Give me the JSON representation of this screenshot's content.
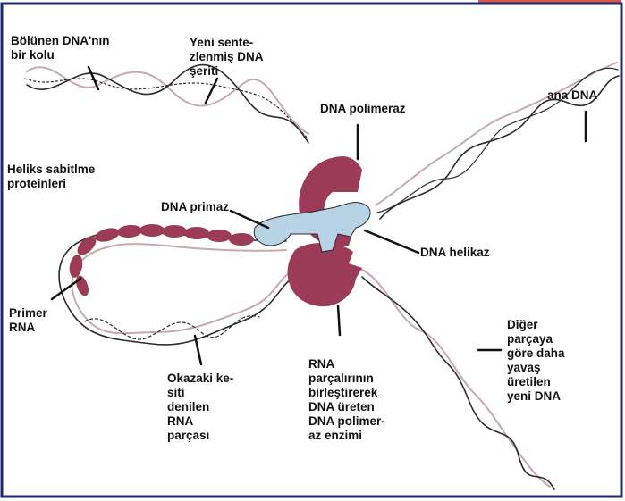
{
  "colors": {
    "frame": "#1f2a6b",
    "accent_tab": "#d9574f",
    "strand_dark": "#2b2b2b",
    "strand_light": "#c8a9aa",
    "polymerase": "#9c3b57",
    "helicase": "#b8d3e6",
    "primer": "#9c3b57"
  },
  "labels": {
    "split_dna_strand": [
      "Bölünen DNA'nın",
      "bir kolu"
    ],
    "new_synth_strand": [
      "Yeni sente-",
      "zlenmiş DNA",
      "şeriti"
    ],
    "dna_polymerase": [
      "DNA polimeraz"
    ],
    "parent_dna": [
      "ana DNA"
    ],
    "helix_proteins": [
      "Heliks sabitlme",
      "proteinleri"
    ],
    "dna_primase": [
      "DNA primaz"
    ],
    "dna_helicase": [
      "DNA helikaz"
    ],
    "primer_rna": [
      "Primer",
      "RNA"
    ],
    "okazaki": [
      "Okazaki ke-",
      "siti",
      "denilen",
      "RNA",
      "parçası"
    ],
    "rna_joining_polymerase": [
      "RNA",
      "parçalırının",
      "birleştirerek",
      "DNA üreten",
      "DNA polimer-",
      "az enzimi"
    ],
    "lagging_new_dna": [
      "Diğer",
      "parçaya",
      "göre daha",
      "yavaş",
      "üretilen",
      "yeni DNA"
    ]
  }
}
